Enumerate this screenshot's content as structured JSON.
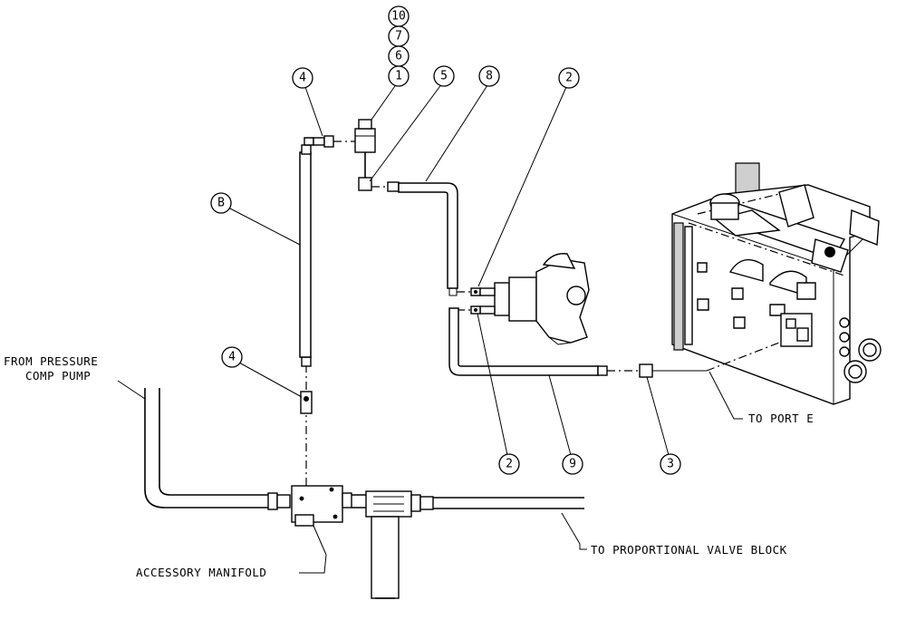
{
  "callouts": {
    "c10": "10",
    "c7": "7",
    "c6": "6",
    "c1": "1",
    "c4_top": "4",
    "c5": "5",
    "c8": "8",
    "c2_top": "2",
    "cB": "B",
    "c4_low": "4",
    "c2_bot": "2",
    "c9": "9",
    "c3": "3"
  },
  "labels": {
    "from_line1": "FROM PRESSURE",
    "from_line2": "COMP PUMP",
    "to_port_e": "TO PORT E",
    "to_valve_block": "TO PROPORTIONAL VALVE BLOCK",
    "accessory_manifold": "ACCESSORY MANIFOLD"
  }
}
